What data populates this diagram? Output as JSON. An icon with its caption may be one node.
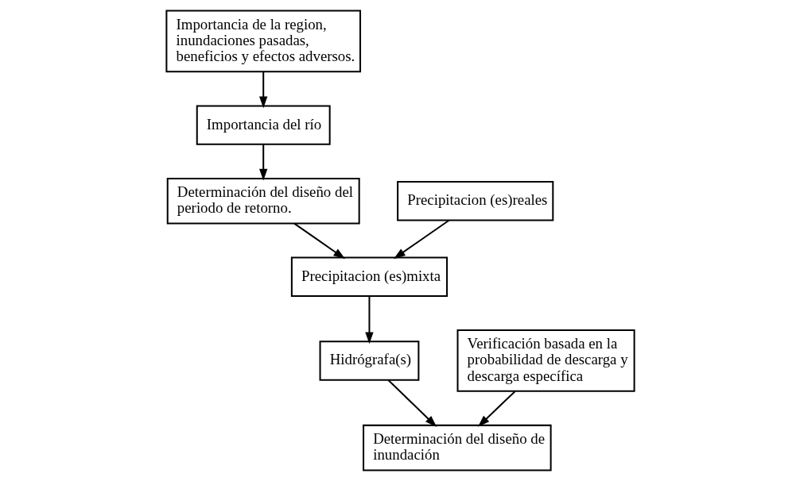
{
  "diagram": {
    "nodes": [
      {
        "text": [
          "Importancia de la region, inundaciones pasadas, beneficios y efectos adversos."
        ]
      },
      {
        "text": [
          "Importancia del río"
        ]
      },
      {
        "text": [
          "Determinación del diseño del periodo de retorno."
        ]
      },
      {
        "text": [
          "Precipitacion (es)reales"
        ]
      },
      {
        "text": [
          "Precipitacion (es)mixta"
        ]
      },
      {
        "text": [
          "Hidrógrafa(s)"
        ]
      },
      {
        "text": [
          "Verificación basada en la probabilidad de descarga y descarga específica"
        ]
      },
      {
        "text": [
          "Determinación del diseño de inundación"
        ]
      }
    ],
    "edges": [
      {
        "from": 0,
        "to": 1,
        "arrow": "to"
      },
      {
        "from": 1,
        "to": 2,
        "arrow": "to"
      },
      {
        "from": 2,
        "to": 4,
        "arrow": "to"
      },
      {
        "from": 3,
        "to": 4,
        "arrow": "to"
      },
      {
        "from": 4,
        "to": 5,
        "arrow": "to"
      },
      {
        "from": 5,
        "to": 7,
        "arrow": "to"
      },
      {
        "from": 6,
        "to": 7,
        "arrow": "to"
      }
    ]
  }
}
